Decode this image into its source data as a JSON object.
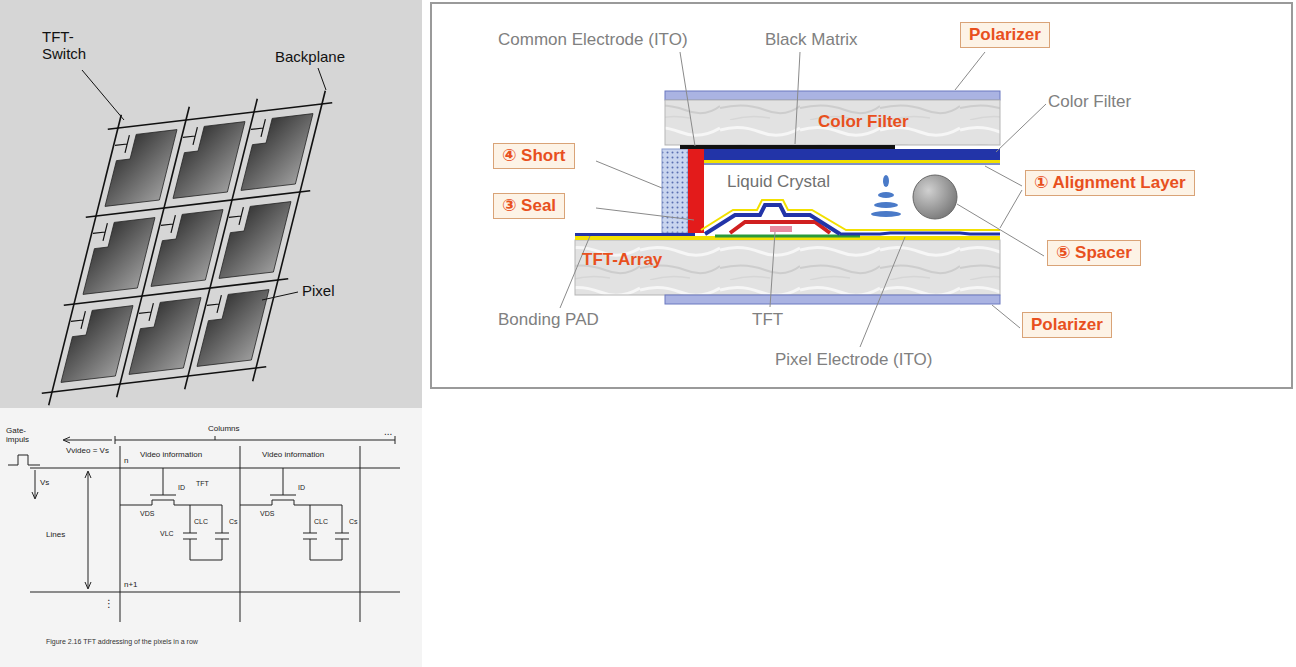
{
  "diagram": {
    "caption": "Figure 2.16 TFT addressing of the pixels in a row",
    "nodes": [
      {
        "text": [
          "Polarizer"
        ]
      },
      {
        "text": [
          "④ Short"
        ]
      },
      {
        "text": [
          "① Alignment Layer"
        ]
      },
      {
        "text": [
          "③ Seal"
        ]
      },
      {
        "text": [
          "⑤ Spacer"
        ]
      },
      {
        "text": [
          "Polarizer"
        ]
      }
    ],
    "labels": [
      "TFT-Switch",
      "Backplane",
      "Pixel",
      "Gate-impuls",
      "Columns",
      "Vvideo = Vs",
      "Video information",
      "Video information",
      "...",
      "n",
      "Vs",
      "TFT",
      "ID",
      "ID",
      "VDS",
      "VDS",
      "VLC",
      "CLC",
      "Cs",
      "CLC",
      "Cs",
      "Lines",
      "n+1",
      "⋮",
      "Common Electrode (ITO)",
      "Black Matrix",
      "Color Filter",
      "Color Filter",
      "Liquid Crystal",
      "TFT-Array",
      "Bonding PAD",
      "TFT",
      "Pixel Electrode (ITO)"
    ]
  }
}
